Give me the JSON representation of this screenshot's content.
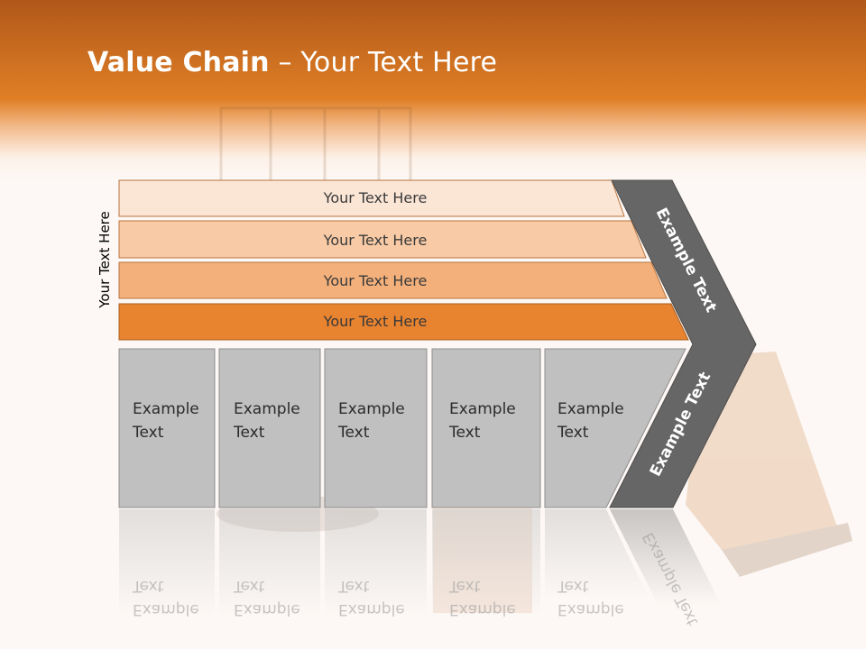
{
  "title": {
    "bold": "Value Chain",
    "rest": " – Your Text Here"
  },
  "side_label": "Your Text Here",
  "bars": [
    {
      "label": "Your Text Here",
      "color": "#fbe6d6"
    },
    {
      "label": "Your Text Here",
      "color": "#f8caa5"
    },
    {
      "label": "Your Text Here",
      "color": "#f3b07b"
    },
    {
      "label": "Your Text Here",
      "color": "#e8832f"
    }
  ],
  "boxes": [
    {
      "line1": "Example",
      "line2": "Text"
    },
    {
      "line1": "Example",
      "line2": "Text"
    },
    {
      "line1": "Example",
      "line2": "Text"
    },
    {
      "line1": "Example",
      "line2": "Text"
    },
    {
      "line1": "Example",
      "line2": "Text"
    }
  ],
  "chevron": {
    "upper_label": "Example Text",
    "lower_label": "Example Text",
    "color": "#666666"
  },
  "box_color": "#c0c0c0"
}
